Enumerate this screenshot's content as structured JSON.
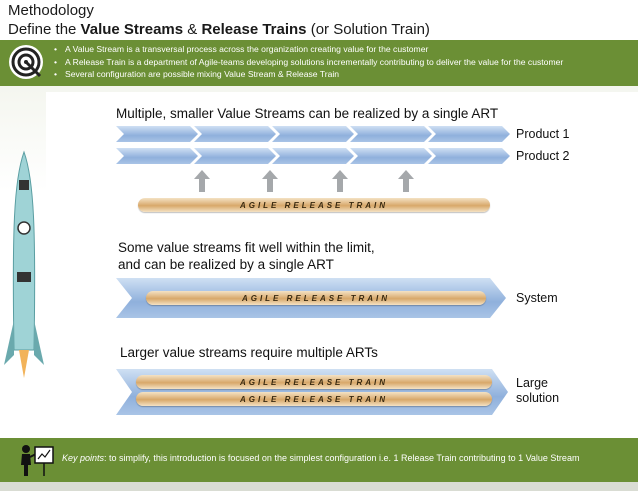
{
  "header": {
    "title_line1": "Methodology",
    "title_prefix": "Define the ",
    "title_bold1": "Value Streams",
    "title_amp": " & ",
    "title_bold2": "Release Trains",
    "title_suffix": " (or Solution Train)"
  },
  "bullets": [
    "A Value Stream is a transversal  process across the organization creating value for the customer",
    "A Release Train is a department of Agile-teams developing solutions incrementally contributing to deliver the value for the customer",
    "Several configuration are possible mixing Value Stream & Release Train"
  ],
  "diagram": {
    "caption1": "Multiple, smaller Value Streams can be realized by a single ART",
    "product1": "Product 1",
    "product2": "Product 2",
    "art_label": "AGILE RELEASE TRAIN",
    "caption2_line1": "Some value streams fit well within the limit,",
    "caption2_line2": "and can be realized by a single ART",
    "system": "System",
    "caption3": "Larger value streams require multiple ARTs",
    "large_line1": "Large",
    "large_line2": "solution"
  },
  "footer": {
    "key_points_label": "Key points",
    "key_points_text": ": to simplify, this introduction is focused on the simplest configuration i.e. 1 Release Train contributing to 1 Value Stream"
  },
  "colors": {
    "accent_green": "#6b8f35",
    "stream_blue": "#8fb0dc",
    "art_gold": "#d8a86a"
  },
  "icons": [
    "target-icon",
    "rocket-icon",
    "presenter-icon",
    "up-arrow-icon"
  ]
}
